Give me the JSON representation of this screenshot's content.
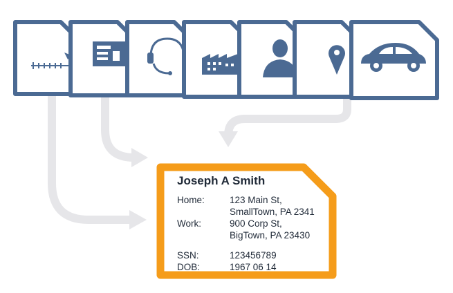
{
  "profile": {
    "name": "Joseph A Smith",
    "home_label": "Home:",
    "home_line1": "123 Main St,",
    "home_line2": "SmallTown, PA 2341",
    "work_label": "Work:",
    "work_line1": "900 Corp St,",
    "work_line2": "BigTown, PA 23430",
    "ssn_label": "SSN:",
    "ssn_value": "123456789",
    "dob_label": "DOB:",
    "dob_value": "1967 06 14"
  },
  "sources": [
    {
      "icon": "timeline-icon"
    },
    {
      "icon": "id-card-icon"
    },
    {
      "icon": "headset-icon"
    },
    {
      "icon": "factory-icon"
    },
    {
      "icon": "person-icon"
    },
    {
      "icon": "location-pin-icon"
    },
    {
      "icon": "car-icon"
    }
  ],
  "colors": {
    "card_border": "#4b6a93",
    "profile_border": "#f59c1a",
    "arrow": "#e6e6e9"
  }
}
